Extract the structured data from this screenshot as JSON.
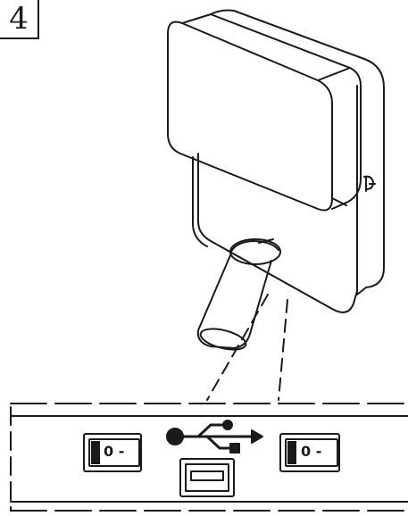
{
  "step": {
    "number": "4"
  },
  "switch_left": {
    "label": "0 -"
  },
  "switch_right": {
    "label": "0 -"
  },
  "icons": {
    "usb_symbol": "usb-symbol-icon",
    "usb_port": "usb-port-icon"
  },
  "colors": {
    "line": "#1a1a1a",
    "background": "#ffffff"
  }
}
